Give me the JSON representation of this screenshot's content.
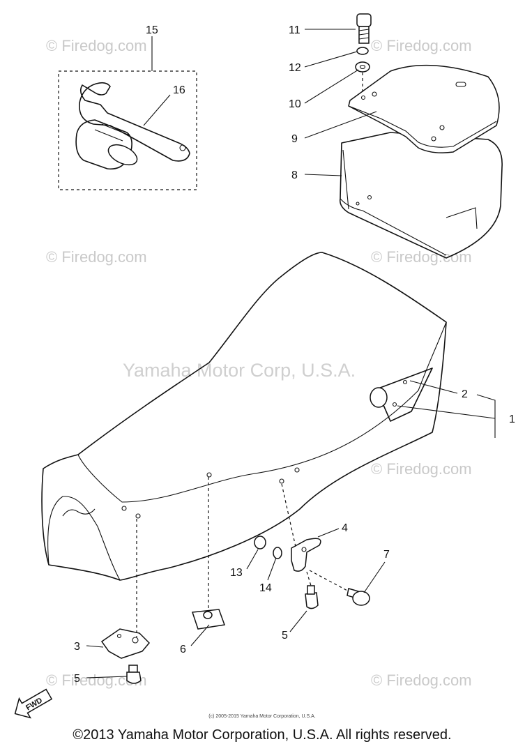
{
  "watermarks": {
    "firedog": "© Firedog.com",
    "center": "Yamaha Motor Corp, U.S.A."
  },
  "callouts": {
    "c1": "1",
    "c2": "2",
    "c3": "3",
    "c4": "4",
    "c5a": "5",
    "c5b": "5",
    "c6": "6",
    "c7": "7",
    "c8": "8",
    "c9": "9",
    "c10": "10",
    "c11": "11",
    "c12": "12",
    "c13": "13",
    "c14": "14",
    "c15": "15",
    "c16": "16"
  },
  "fwd_label": "FWD",
  "small_copyright": "(c) 2005-2015 Yamaha Motor Corporation, U.S.A.",
  "copyright": "©2013 Yamaha Motor Corporation, U.S.A. All rights reserved."
}
